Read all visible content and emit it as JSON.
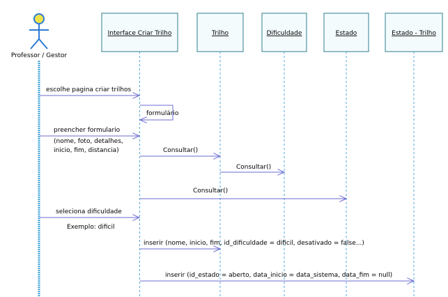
{
  "actor": {
    "name": "Professor / Gestor"
  },
  "objects": [
    {
      "id": "interface",
      "name": "Interface Criar Trilho"
    },
    {
      "id": "trilho",
      "name": "Trilho"
    },
    {
      "id": "dificuldade",
      "name": "Dificuldade"
    },
    {
      "id": "estado",
      "name": "Estado"
    },
    {
      "id": "estado_trilho",
      "name": "Estado - Trilho"
    }
  ],
  "messages": [
    {
      "id": "m1",
      "from": "actor",
      "to": "interface",
      "lines": [
        "escolhe pagina criar trilhos"
      ]
    },
    {
      "id": "m2",
      "from": "interface",
      "to": "interface",
      "self": true,
      "lines": [
        "formulário"
      ]
    },
    {
      "id": "m3",
      "from": "actor",
      "to": "interface",
      "lines": [
        "preencher formulario",
        "(nome, foto, detalhes,",
        "inicio, fim, distancia)"
      ]
    },
    {
      "id": "m4",
      "from": "interface",
      "to": "trilho",
      "lines": [
        "Consultar()"
      ]
    },
    {
      "id": "m5",
      "from": "trilho",
      "to": "dificuldade",
      "lines": [
        "Consultar()"
      ]
    },
    {
      "id": "m6",
      "from": "interface",
      "to": "estado",
      "lines": [
        "Consultar()"
      ]
    },
    {
      "id": "m7",
      "from": "actor",
      "to": "interface",
      "lines": [
        "seleciona dificuldade",
        "Exemplo: dificil"
      ]
    },
    {
      "id": "m8",
      "from": "interface",
      "to": "trilho",
      "lines": [
        "inserir (nome, inicio, fim, id_dificuldade = dificil, desativado = false...)"
      ]
    },
    {
      "id": "m9",
      "from": "interface",
      "to": "estado_trilho",
      "lines": [
        "inserir  (id_estado = aberto, data_inicio = data_sistema, data_fim = null)"
      ]
    }
  ],
  "colors": {
    "box_fill": "#f4fbfd",
    "box_stroke": "#2c7c8c",
    "lifeline": "#4aa8d8",
    "actor": "#2b7bd6",
    "actor_head": "#f2e34a",
    "arrow": "#6b6bd0"
  }
}
